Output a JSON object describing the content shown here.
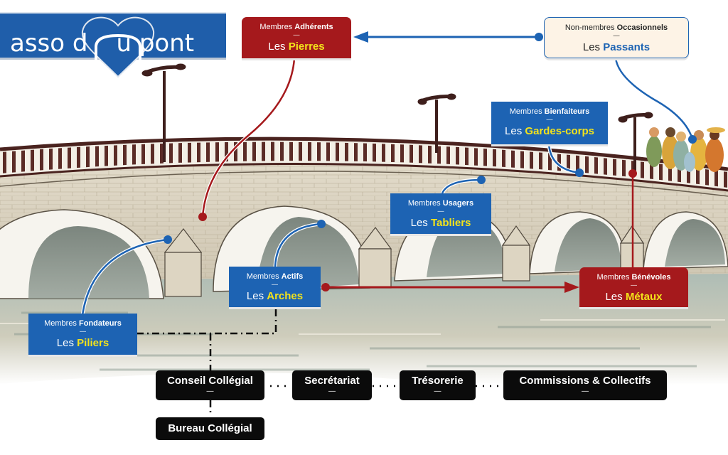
{
  "logo": {
    "text_left": "asso d",
    "text_right": "u pont",
    "brand_color": "#1f5eaa"
  },
  "colors": {
    "blue": "#1d63b3",
    "red": "#a5191c",
    "cream": "#fdf3e6",
    "yellow": "#f3e31b",
    "black": "#0b0b0b"
  },
  "members": [
    {
      "id": "adherents",
      "prefix": "Membres",
      "category": "Adhérents",
      "les": "Les",
      "metaphor": "Pierres",
      "style": "red"
    },
    {
      "id": "occasionnels",
      "prefix": "Non-membres",
      "category": "Occasionnels",
      "les": "Les",
      "metaphor": "Passants",
      "style": "cream"
    },
    {
      "id": "bienfaiteurs",
      "prefix": "Membres",
      "category": "Bienfaiteurs",
      "les": "Les",
      "metaphor": "Gardes-corps",
      "style": "blue"
    },
    {
      "id": "usagers",
      "prefix": "Membres",
      "category": "Usagers",
      "les": "Les",
      "metaphor": "Tabliers",
      "style": "blue"
    },
    {
      "id": "actifs",
      "prefix": "Membres",
      "category": "Actifs",
      "les": "Les",
      "metaphor": "Arches",
      "style": "blue"
    },
    {
      "id": "benevoles",
      "prefix": "Membres",
      "category": "Bénévoles",
      "les": "Les",
      "metaphor": "Métaux",
      "style": "red"
    },
    {
      "id": "fondateurs",
      "prefix": "Membres",
      "category": "Fondateurs",
      "les": "Les",
      "metaphor": "Piliers",
      "style": "blue"
    }
  ],
  "separator": "—",
  "governance": [
    {
      "label": "Conseil Collégial",
      "has_dash": true
    },
    {
      "label": "Secrétariat",
      "has_dash": true
    },
    {
      "label": "Trésorerie",
      "has_dash": true
    },
    {
      "label": "Commissions & Collectifs",
      "has_dash": true
    },
    {
      "label": "Bureau Collégial",
      "has_dash": false
    }
  ]
}
